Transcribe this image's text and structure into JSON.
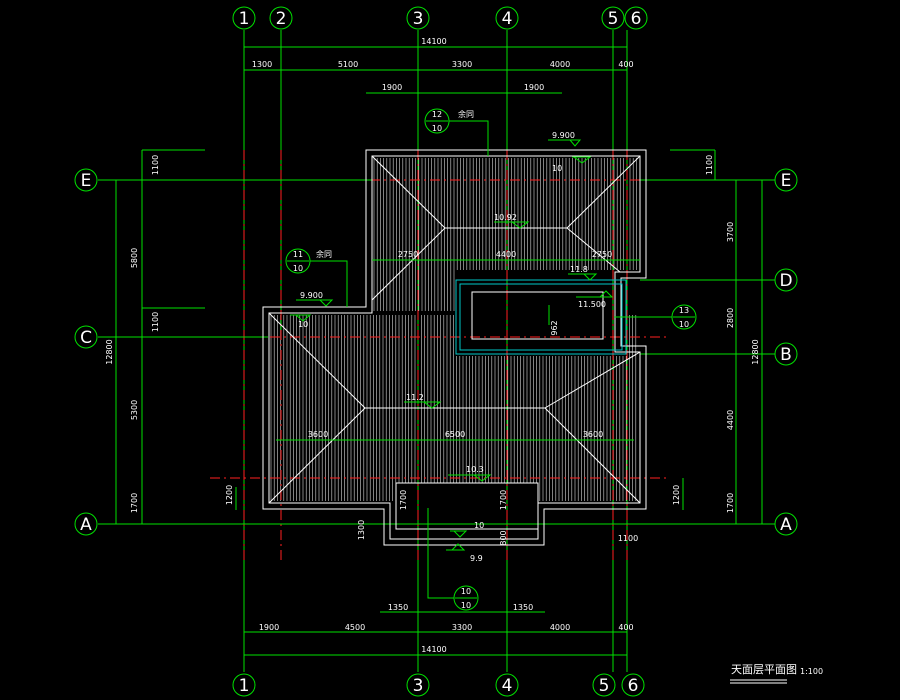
{
  "drawing": {
    "title": "天面层平面图",
    "scale": "1:100"
  },
  "colors": {
    "background": "#000000",
    "grid": "#00e000",
    "axis": "#ff2020",
    "outline": "#ffffff",
    "skylight": "#00c8c8"
  },
  "grid_top": [
    "1",
    "2",
    "3",
    "4",
    "5",
    "6"
  ],
  "grid_bottom": [
    "1",
    "3",
    "4",
    "5",
    "6"
  ],
  "grid_left": [
    "E",
    "C",
    "A"
  ],
  "grid_right": [
    "E",
    "D",
    "B",
    "A"
  ],
  "dims": {
    "top_total": "14100",
    "top": [
      "1300",
      "5100",
      "3300",
      "4000",
      "400"
    ],
    "top_inner": [
      "1900",
      "1900"
    ],
    "bottom_total": "14100",
    "bottom": [
      "1900",
      "4500",
      "3300",
      "4000",
      "400"
    ],
    "bottom_inner": [
      "1350",
      "1350"
    ],
    "left": [
      "1100",
      "5800",
      "1100",
      "5300",
      "1700"
    ],
    "left_total": "12800",
    "left_small": "1200",
    "right": [
      "1100",
      "3700",
      "2800",
      "4400",
      "1700"
    ],
    "right_total": "12800",
    "right_small": [
      "1200",
      "1100"
    ],
    "upper_roof": [
      "2750",
      "4400",
      "2750"
    ],
    "lower_roof": [
      "3600",
      "6500",
      "3600"
    ],
    "canopy": [
      "1300",
      "1700",
      "1700",
      "800"
    ],
    "skylight_w": "962"
  },
  "levels": {
    "l9900a": "9.900",
    "l10a": "10",
    "l1092": "10.92",
    "l118": "11.8",
    "l11500": "11.500",
    "l9900b": "9.900",
    "l10b": "10",
    "l112": "11.2",
    "l103": "10.3",
    "l10c": "10",
    "l99": "9.9"
  },
  "callouts": [
    {
      "top": "12",
      "bottom": "10",
      "note": "余同"
    },
    {
      "top": "11",
      "bottom": "10",
      "note": "余同"
    },
    {
      "top": "13",
      "bottom": "10",
      "note": ""
    },
    {
      "top": "10",
      "bottom": "10",
      "note": ""
    }
  ]
}
